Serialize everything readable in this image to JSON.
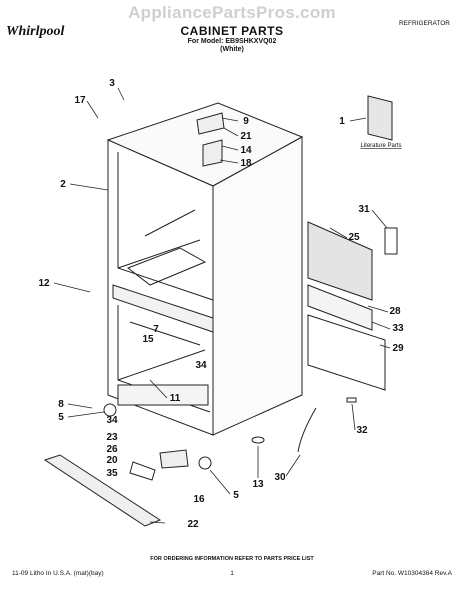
{
  "watermark": "AppliancePartsPros.com",
  "brand": "Whirlpool",
  "title": "CABINET PARTS",
  "model": "For Model: EB9SHKXVQ02",
  "color": "(White)",
  "category": "REFRIGERATOR",
  "literature_label": "Literature Parts",
  "callouts": [
    "3",
    "17",
    "9",
    "21",
    "14",
    "18",
    "2",
    "1",
    "31",
    "25",
    "12",
    "7",
    "15",
    "34",
    "28",
    "33",
    "29",
    "11",
    "8",
    "5",
    "34",
    "23",
    "26",
    "20",
    "35",
    "32",
    "30",
    "13",
    "5",
    "16",
    "22"
  ],
  "order_note": "FOR ORDERING INFORMATION REFER TO PARTS PRICE LIST",
  "footer": {
    "left": "11-09 Litho In U.S.A. (mat)(bay)",
    "page": "1",
    "right": "Part No. W10304364 Rev.A"
  }
}
